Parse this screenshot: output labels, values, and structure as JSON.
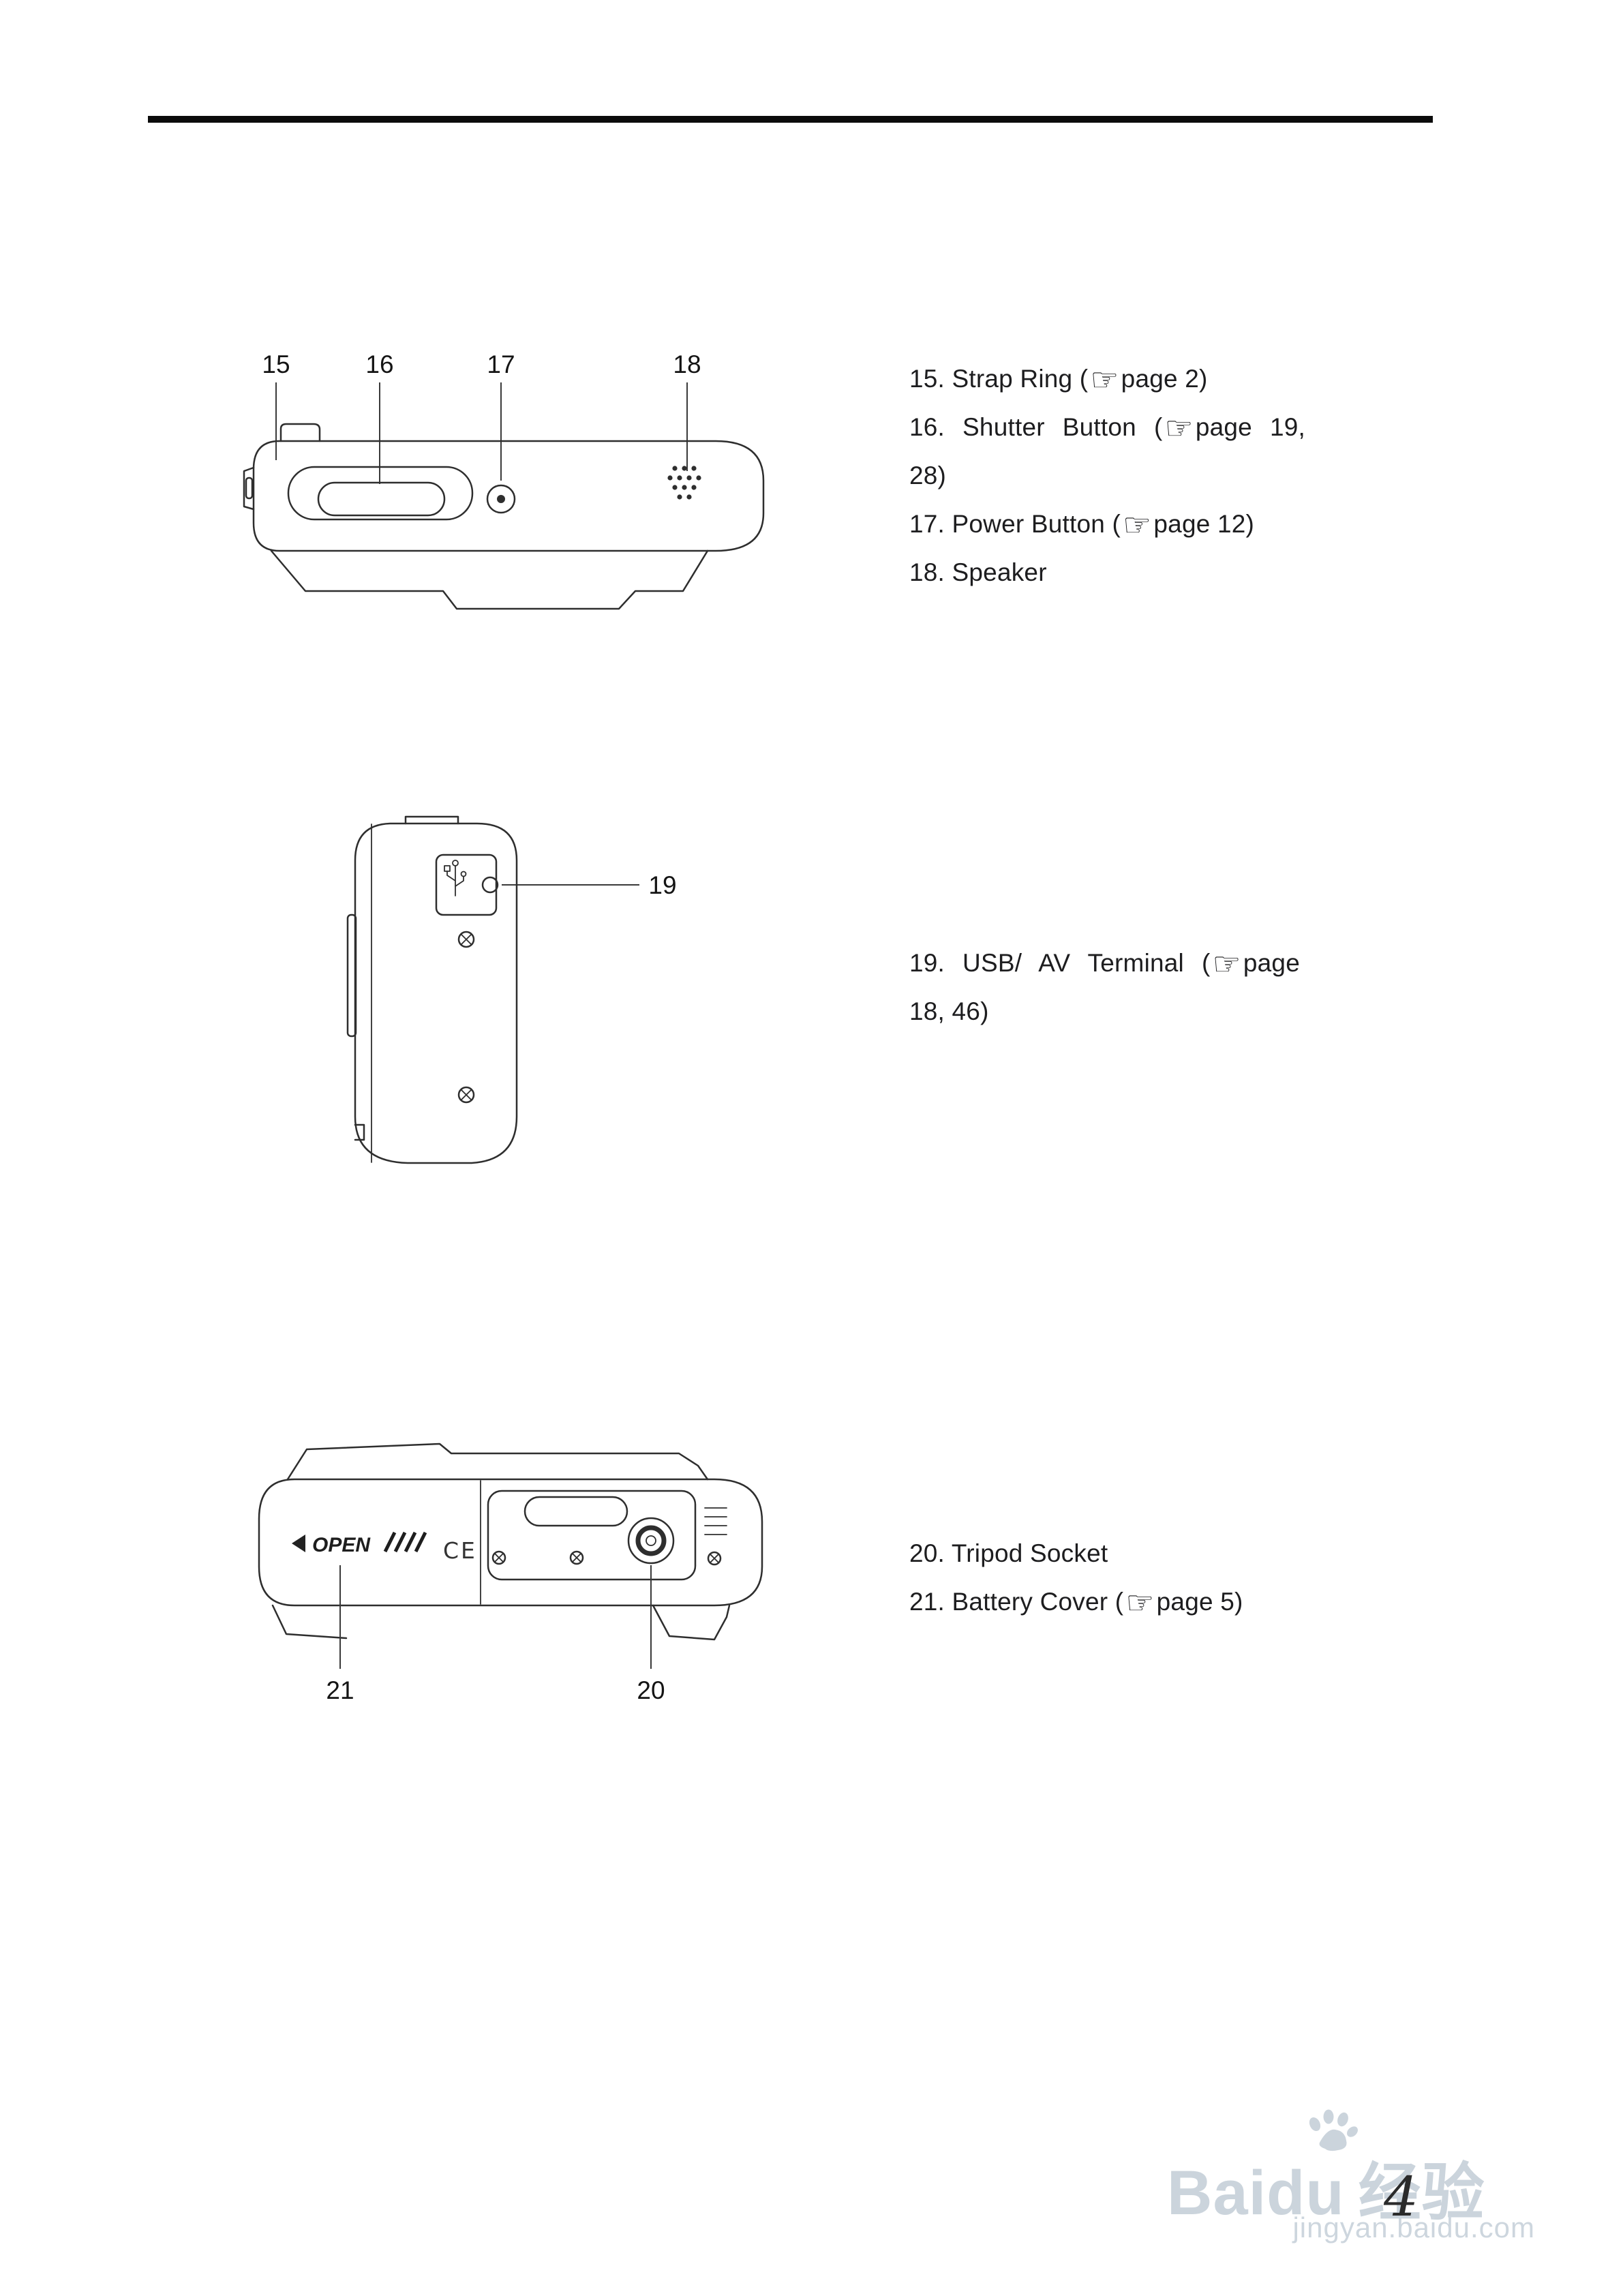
{
  "page_number": "4",
  "pointer_icon": "☞",
  "callouts": {
    "n15": "15",
    "n16": "16",
    "n17": "17",
    "n18": "18",
    "n19": "19",
    "n20": "20",
    "n21": "21"
  },
  "list1": {
    "item15_pre": "15. Strap Ring (",
    "item15_post": "page 2)",
    "item16_pre": "16. Shutter Button (",
    "item16_post": "page 19,",
    "item16_cont": "28)",
    "item17_pre": "17. Power Button (",
    "item17_post": "page 12)",
    "item18": "18. Speaker"
  },
  "list2": {
    "item19_pre": "19. USB/ AV Terminal (",
    "item19_post": "page",
    "item19_cont": "18, 46)"
  },
  "list3": {
    "item20": "20. Tripod Socket",
    "item21_pre": "21. Battery Cover (",
    "item21_post": "page 5)"
  },
  "diagram_labels": {
    "open": "OPEN",
    "ce": "CE"
  },
  "watermark": {
    "brand": "Baidu",
    "brand_cn": "经验",
    "url": "jingyan.baidu.com"
  }
}
